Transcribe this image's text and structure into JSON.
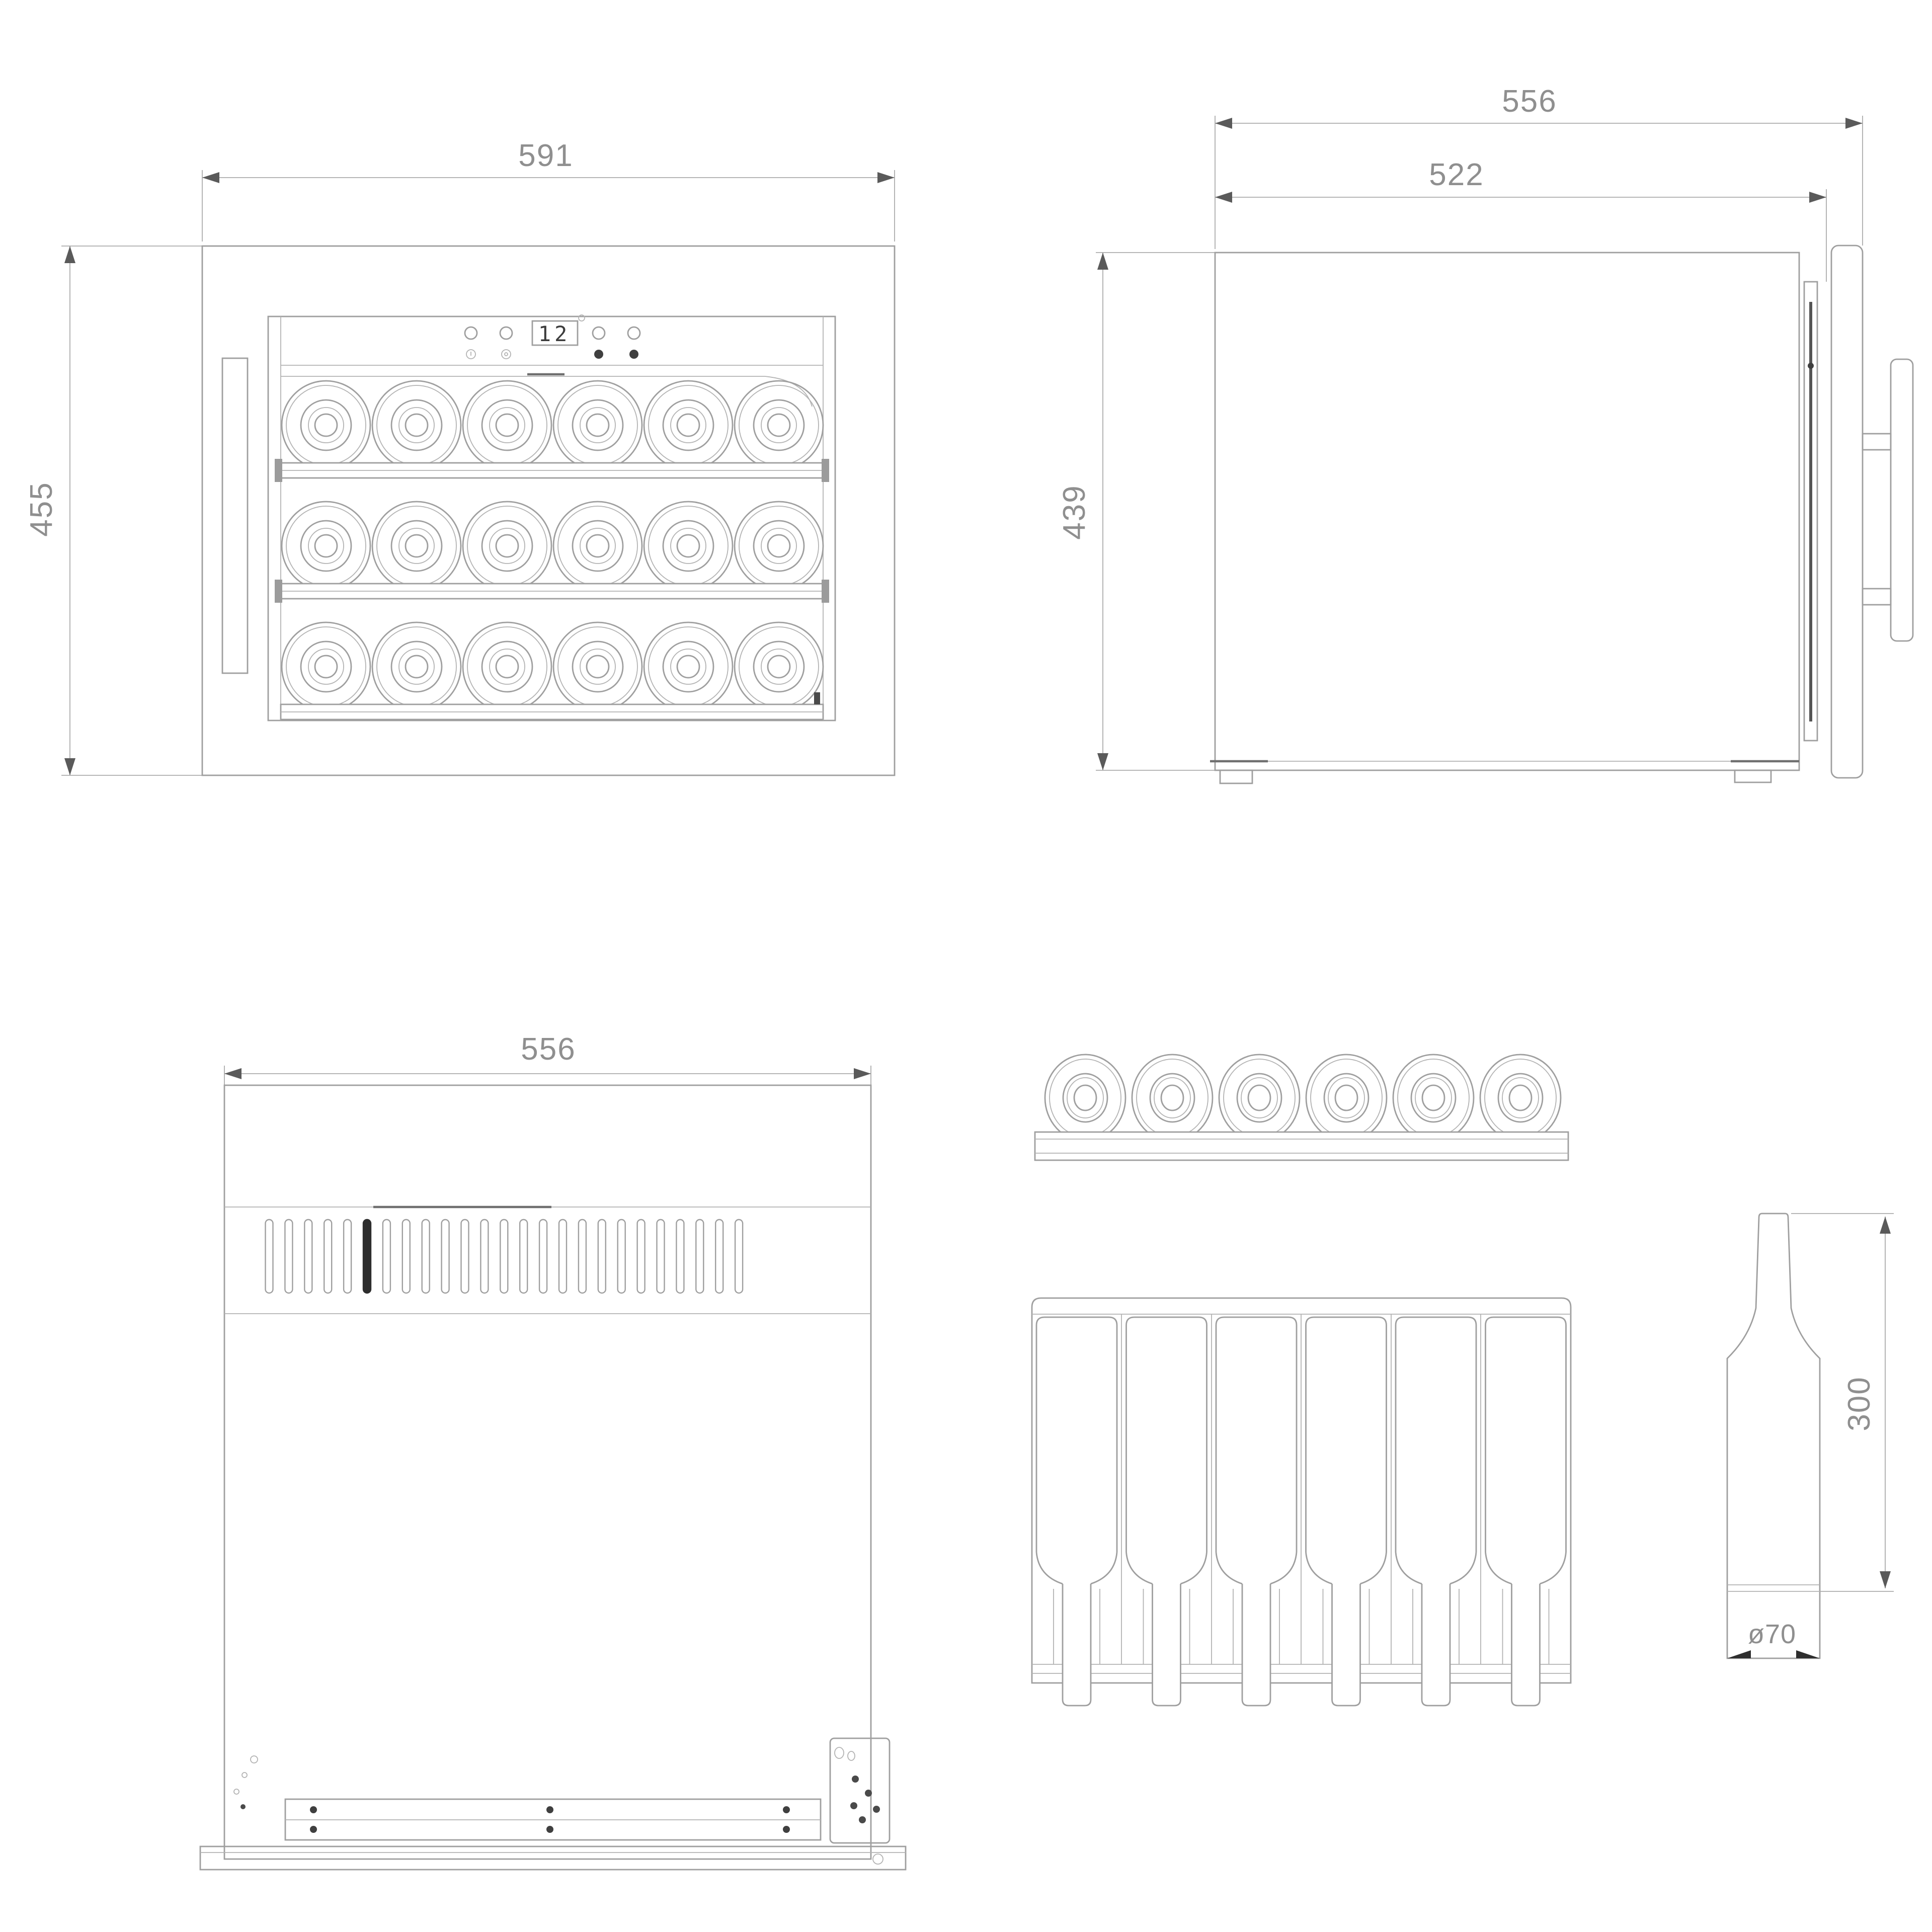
{
  "drawing": {
    "product": "built-in wine cooler technical drawing",
    "background": "#ffffff",
    "line_color": "#9f9f9f",
    "dim_text_color": "#8f8f8f",
    "dark_accent_color": "#2e2e2e"
  },
  "front_view": {
    "label_width": "591",
    "label_height": "455",
    "display_value": "12",
    "rows": 3,
    "bottles_per_row": 6
  },
  "side_view": {
    "label_depth_total": "556",
    "label_depth_body": "522",
    "label_height": "439"
  },
  "top_view": {
    "label_width": "556",
    "vent_slot_count": 25
  },
  "shelf_views": {
    "bottle_count": 6
  },
  "bottle_view": {
    "label_height": "300",
    "label_diameter": "ø70"
  }
}
